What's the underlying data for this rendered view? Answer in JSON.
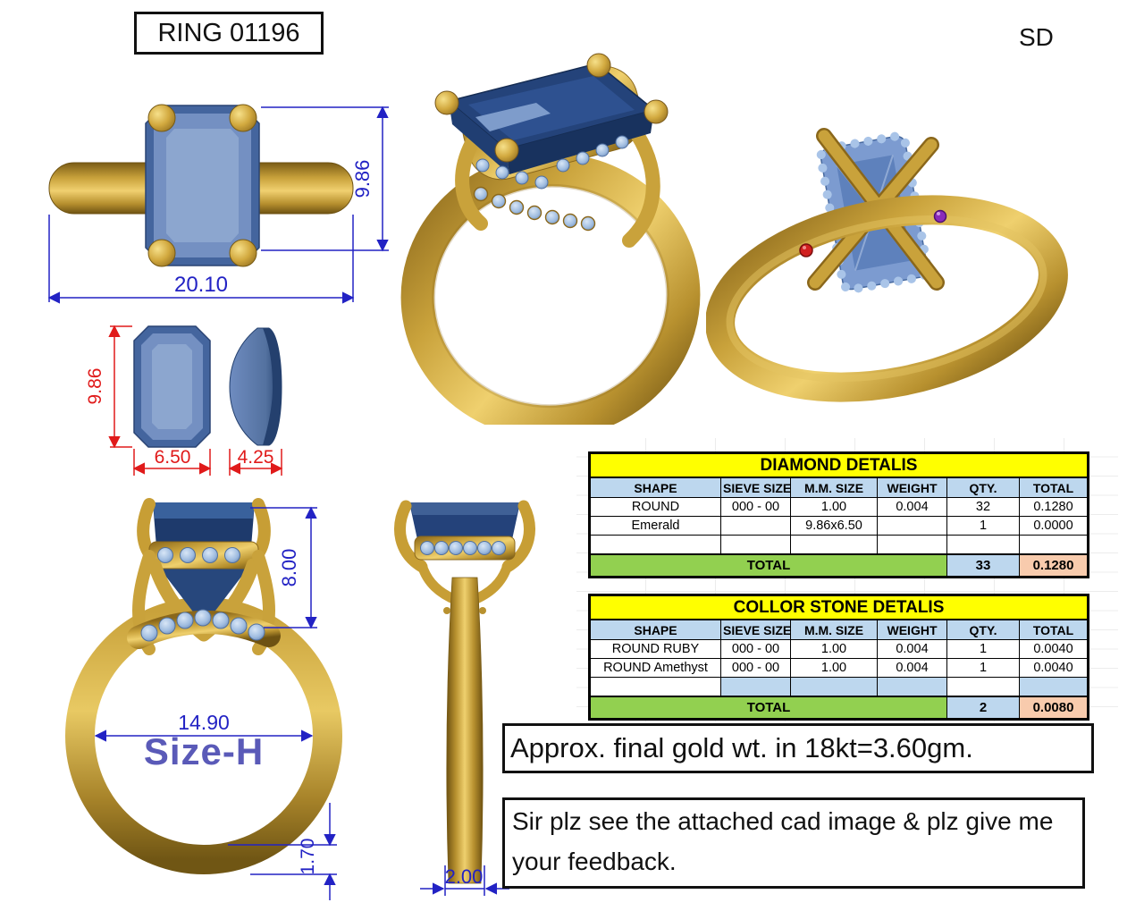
{
  "header": {
    "title": "RING 01196",
    "initials": "SD"
  },
  "dimensions": {
    "top_view": {
      "stone_length": "9.86",
      "total_width": "20.10"
    },
    "stone_detail": {
      "length": "9.86",
      "width": "6.50",
      "depth": "4.25"
    },
    "front_view": {
      "head_height": "8.00",
      "inner_diameter": "14.90",
      "ring_size": "Size-H",
      "band_thickness": "1.70"
    },
    "side_view": {
      "band_width": "2.00"
    }
  },
  "tables": [
    {
      "title": "DIAMOND DETALIS",
      "columns": [
        "SHAPE",
        "SIEVE SIZE",
        "M.M. SIZE",
        "WEIGHT",
        "QTY.",
        "TOTAL"
      ],
      "rows": [
        [
          "ROUND",
          "000 - 00",
          "1.00",
          "0.004",
          "32",
          "0.1280"
        ],
        [
          "Emerald",
          "",
          "9.86x6.50",
          "",
          "1",
          "0.0000"
        ],
        [
          "",
          "",
          "",
          "",
          "",
          ""
        ]
      ],
      "total": {
        "label": "TOTAL",
        "qty": "33",
        "value": "0.1280"
      }
    },
    {
      "title": "COLLOR STONE DETALIS",
      "columns": [
        "SHAPE",
        "SIEVE SIZE",
        "M.M. SIZE",
        "WEIGHT",
        "QTY.",
        "TOTAL"
      ],
      "rows": [
        [
          "ROUND RUBY",
          "000 - 00",
          "1.00",
          "0.004",
          "1",
          "0.0040"
        ],
        [
          "ROUND Amethyst",
          "000 - 00",
          "1.00",
          "0.004",
          "1",
          "0.0040"
        ],
        [
          "",
          "",
          "",
          "",
          "",
          ""
        ]
      ],
      "total": {
        "label": "TOTAL",
        "qty": "2",
        "value": "0.0080"
      }
    }
  ],
  "notes": {
    "gold_weight": "Approx. final gold wt. in 18kt=3.60gm.",
    "feedback": "Sir plz see the attached cad image & plz give me your feedback."
  },
  "colors": {
    "gold": "#C9A23B",
    "stone_blue": "#44659E",
    "stone_dark_blue": "#24437A",
    "pave_blue": "#9FBCE0",
    "dimension_blue": "#2222C4",
    "dimension_red": "#E01A1A",
    "size_label_blue": "#5A5AB8",
    "ruby_red": "#D11F1F",
    "amethyst_purple": "#8A2BBA",
    "table_title_yellow": "#FFFF00",
    "table_header_blue": "#BDD7EE",
    "table_total_green": "#92D050",
    "table_total_peach": "#F8CBAD"
  }
}
